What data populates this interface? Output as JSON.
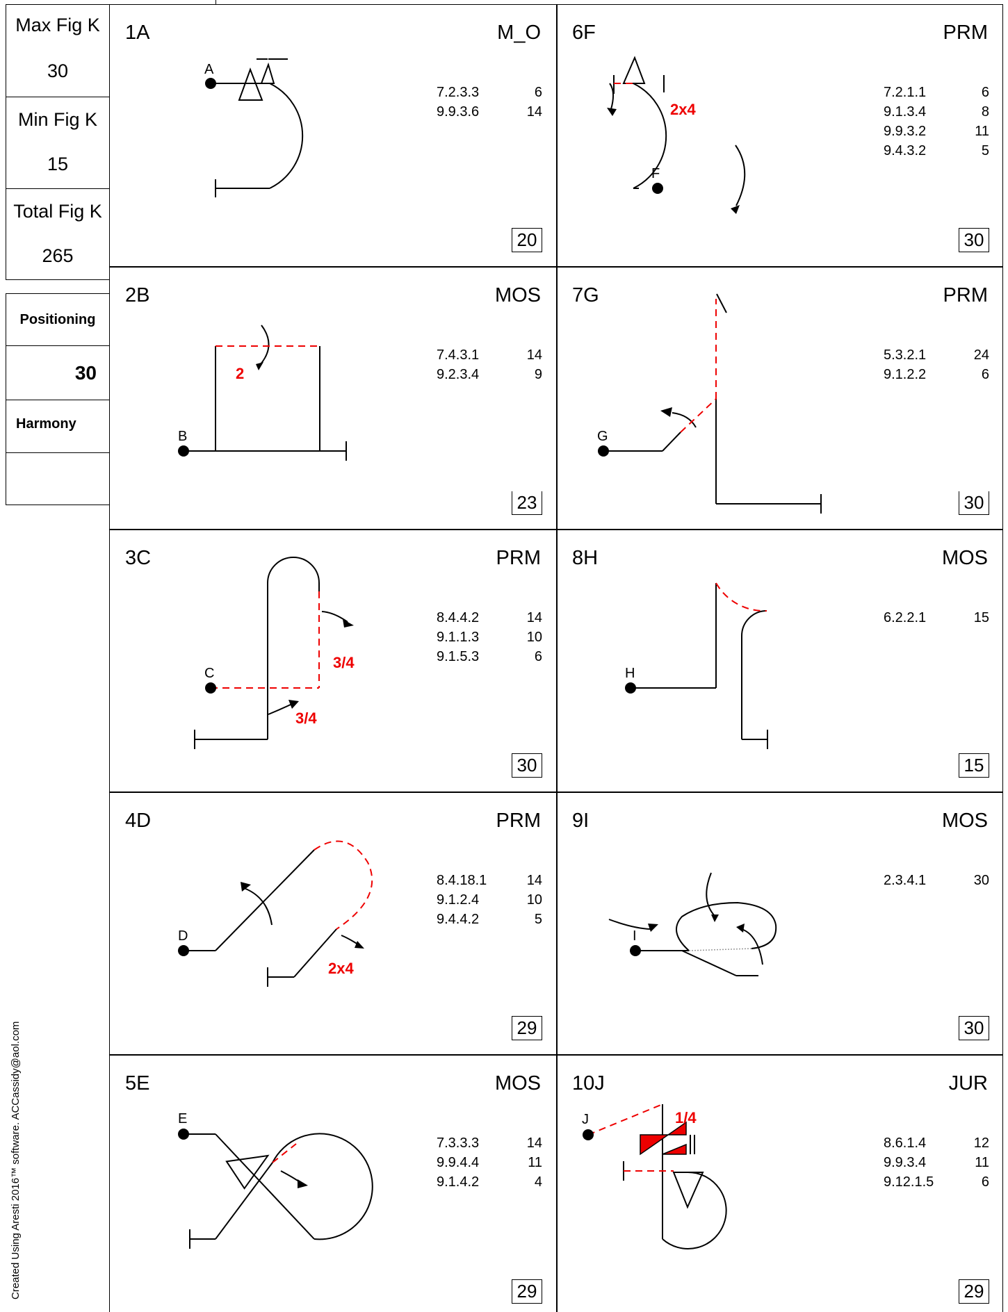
{
  "sidebar": {
    "max_fig_k_label": "Max Fig K",
    "max_fig_k_value": "30",
    "min_fig_k_label": "Min Fig K",
    "min_fig_k_value": "15",
    "total_fig_k_label": "Total Fig K",
    "total_fig_k_value": "265",
    "positioning_label": "Positioning",
    "positioning_value": "30",
    "harmony_label": "Harmony",
    "harmony_value": ""
  },
  "credit": "Created Using Aresti 2016™ software.  ACCassidy@aol.com",
  "figures": [
    {
      "id": "1A",
      "category": "M_O",
      "start": "A",
      "k_total": "20",
      "elements": [
        {
          "code": "7.2.3.3",
          "k": "6"
        },
        {
          "code": "9.9.3.6",
          "k": "14"
        }
      ],
      "roll_labels": []
    },
    {
      "id": "2B",
      "category": "MOS",
      "start": "B",
      "k_total": "23",
      "elements": [
        {
          "code": "7.4.3.1",
          "k": "14"
        },
        {
          "code": "9.2.3.4",
          "k": "9"
        }
      ],
      "roll_labels": [
        "2"
      ]
    },
    {
      "id": "3C",
      "category": "PRM",
      "start": "C",
      "k_total": "30",
      "elements": [
        {
          "code": "8.4.4.2",
          "k": "14"
        },
        {
          "code": "9.1.1.3",
          "k": "10"
        },
        {
          "code": "9.1.5.3",
          "k": "6"
        }
      ],
      "roll_labels": [
        "3/4",
        "3/4"
      ]
    },
    {
      "id": "4D",
      "category": "PRM",
      "start": "D",
      "k_total": "29",
      "elements": [
        {
          "code": "8.4.18.1",
          "k": "14"
        },
        {
          "code": "9.1.2.4",
          "k": "10"
        },
        {
          "code": "9.4.4.2",
          "k": "5"
        }
      ],
      "roll_labels": [
        "2x4"
      ]
    },
    {
      "id": "5E",
      "category": "MOS",
      "start": "E",
      "k_total": "29",
      "elements": [
        {
          "code": "7.3.3.3",
          "k": "14"
        },
        {
          "code": "9.9.4.4",
          "k": "11"
        },
        {
          "code": "9.1.4.2",
          "k": "4"
        }
      ],
      "roll_labels": []
    },
    {
      "id": "6F",
      "category": "PRM",
      "start": "F",
      "k_total": "30",
      "elements": [
        {
          "code": "7.2.1.1",
          "k": "6"
        },
        {
          "code": "9.1.3.4",
          "k": "8"
        },
        {
          "code": "9.9.3.2",
          "k": "11"
        },
        {
          "code": "9.4.3.2",
          "k": "5"
        }
      ],
      "roll_labels": [
        "2x4"
      ]
    },
    {
      "id": "7G",
      "category": "PRM",
      "start": "G",
      "k_total": "30",
      "elements": [
        {
          "code": "5.3.2.1",
          "k": "24"
        },
        {
          "code": "9.1.2.2",
          "k": "6"
        }
      ],
      "roll_labels": []
    },
    {
      "id": "8H",
      "category": "MOS",
      "start": "H",
      "k_total": "15",
      "elements": [
        {
          "code": "6.2.2.1",
          "k": "15"
        }
      ],
      "roll_labels": []
    },
    {
      "id": "9I",
      "category": "MOS",
      "start": "I",
      "k_total": "30",
      "elements": [
        {
          "code": "2.3.4.1",
          "k": "30"
        }
      ],
      "roll_labels": []
    },
    {
      "id": "10J",
      "category": "JUR",
      "start": "J",
      "k_total": "29",
      "elements": [
        {
          "code": "8.6.1.4",
          "k": "12"
        },
        {
          "code": "9.9.3.4",
          "k": "11"
        },
        {
          "code": "9.12.1.5",
          "k": "6"
        }
      ],
      "roll_labels": [
        "1/4"
      ]
    }
  ]
}
